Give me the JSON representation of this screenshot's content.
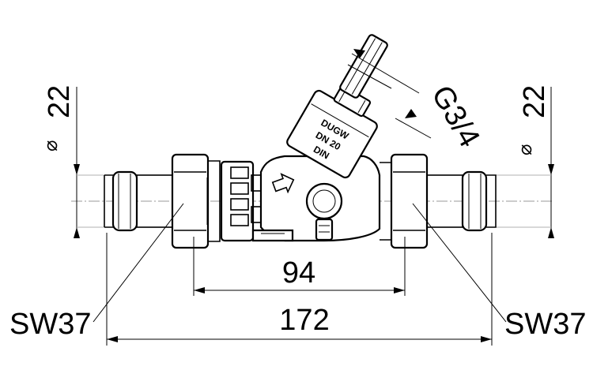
{
  "dimensions": {
    "left_diameter": "22",
    "right_diameter": "22",
    "inner_length": "94",
    "overall_length": "172",
    "left_wrench": "SW37",
    "right_wrench": "SW37",
    "thread": "G3/4"
  },
  "body_marks": {
    "approval": "DUGW",
    "nominal_size": "DN 20",
    "standard": "DIN"
  },
  "diameter_symbol": "⌀"
}
